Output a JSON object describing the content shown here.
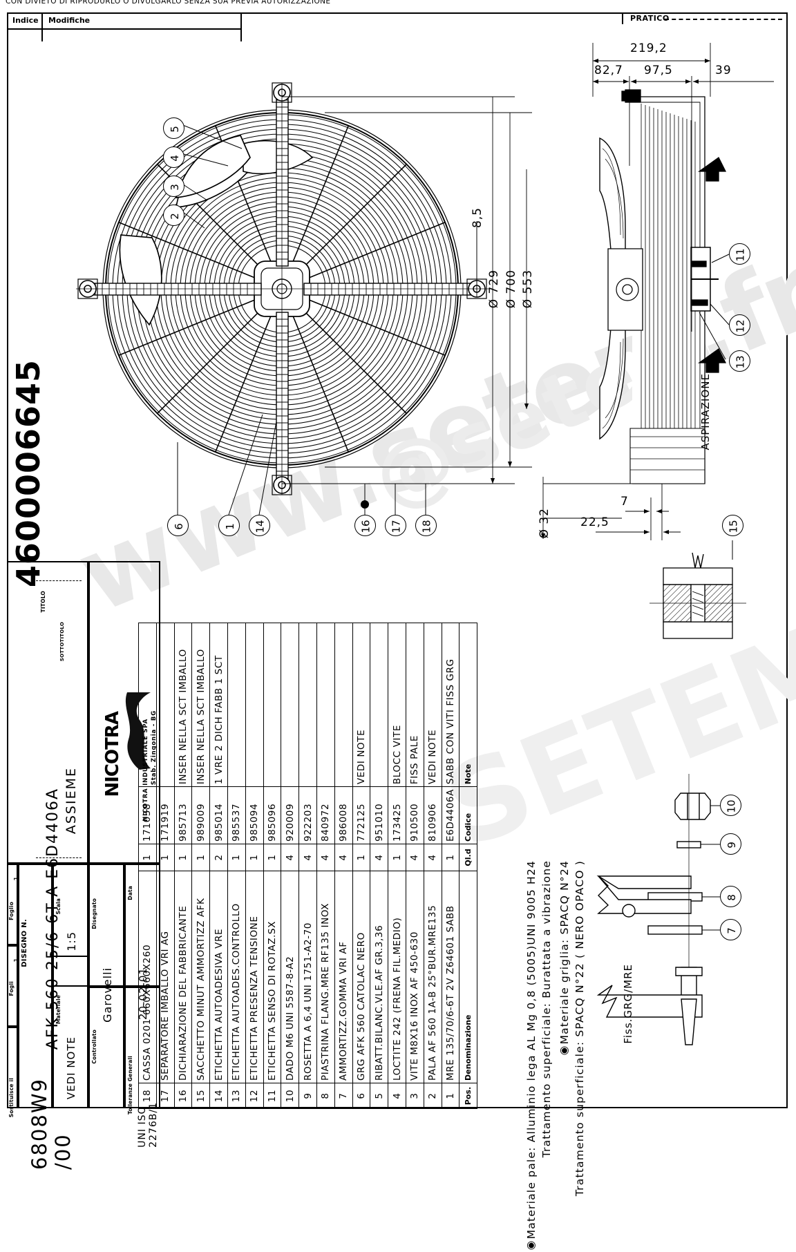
{
  "header": {
    "legal_text": "CON DIVIETO DI RIPRODURLO O DIVULGARLO SENZA SUA PREVIA AUTORIZZAZIONE",
    "pratico_label": "PRATICO"
  },
  "revision_table": {
    "col_index": "Indice",
    "col_modifiche": "Modifiche"
  },
  "doc_number": "4600006645",
  "watermark": {
    "line1": "www.setem.fr",
    "line2": "@setem",
    "line3": "SETEM"
  },
  "drawing": {
    "view_front_balloons": [
      "5",
      "4",
      "3",
      "2",
      "6",
      "1",
      "14",
      "16",
      "17",
      "18"
    ],
    "view_side_balloons": [
      "11",
      "12",
      "13",
      "15"
    ],
    "detail_balloons": [
      "10",
      "9",
      "8",
      "7"
    ],
    "aspirazione_label": "ASPIRAZIONE",
    "fiss_label": "Fiss.GRG/MRE",
    "dimensions": {
      "overall_depth": "219,2",
      "seg_a": "82,7",
      "seg_b": "97,5",
      "seg_c": "39",
      "blade_gap": "8,5",
      "dia_outer": "Ø 729",
      "dia_ring": "Ø 700",
      "dia_impeller": "Ø 553",
      "dia_hole": "Ø 32",
      "thk_7": "7",
      "thk_225": "22,5"
    }
  },
  "notes": {
    "line1": "◉Materiale pale: Alluminio lega AL Mg 0,8 (5005)UNI 9005 H24",
    "line2": "Trattamento superficiale: Burattata a vibrazione",
    "line3": "◉Materiale griglia: SPACQ N°24",
    "line4": "Trattamento superficiale: SPACQ  N°22 ( NERO OPACO )"
  },
  "parts_table": {
    "headers": {
      "pos": "Pos.",
      "denominazione": "Denominazione",
      "qta": "Ql.d",
      "codice": "Codice",
      "note": "Note"
    },
    "rows": [
      {
        "pos": "1",
        "den": "MRE 135/70/6-6T 2V Z64601 SABB",
        "qta": "1",
        "cod": "E6D4406A",
        "note": "SABB CON VITI FISS GRG"
      },
      {
        "pos": "2",
        "den": "PALA AF 560 1A-B 25°BUR.MRE135",
        "qta": "4",
        "cod": "810906",
        "note": "VEDI NOTE"
      },
      {
        "pos": "3",
        "den": "VITE M8X16 INOX AF 450-630",
        "qta": "4",
        "cod": "910500",
        "note": "FISS PALE"
      },
      {
        "pos": "4",
        "den": "LOCTITE 242 (FRENA FIL.MEDIO)",
        "qta": "1",
        "cod": "173425",
        "note": "BLOCC VITE"
      },
      {
        "pos": "5",
        "den": "RIBATT.BILANC.VLE.AF GR.3,36",
        "qta": "4",
        "cod": "951010",
        "note": ""
      },
      {
        "pos": "6",
        "den": "GRG AFK 560 CATOLAC NERO",
        "qta": "1",
        "cod": "772125",
        "note": "VEDI NOTE"
      },
      {
        "pos": "7",
        "den": "AMMORTIZZ.GOMMA VRI AF",
        "qta": "4",
        "cod": "986008",
        "note": ""
      },
      {
        "pos": "8",
        "den": "PIASTRINA FLANG.MRE RF135 INOX",
        "qta": "4",
        "cod": "840972",
        "note": ""
      },
      {
        "pos": "9",
        "den": "ROSETTA A 6,4 UNI 1751-A2-70",
        "qta": "4",
        "cod": "922203",
        "note": ""
      },
      {
        "pos": "10",
        "den": "DADO M6 UNI 5587-8-A2",
        "qta": "4",
        "cod": "920009",
        "note": ""
      },
      {
        "pos": "11",
        "den": "ETICHETTA SENSO DI ROTAZ.SX",
        "qta": "1",
        "cod": "985096",
        "note": ""
      },
      {
        "pos": "12",
        "den": "ETICHETTA PRESENZA TENSIONE",
        "qta": "1",
        "cod": "985094",
        "note": ""
      },
      {
        "pos": "13",
        "den": "ETICHETTA AUTOADES.CONTROLLO",
        "qta": "1",
        "cod": "985537",
        "note": ""
      },
      {
        "pos": "14",
        "den": "ETICHETTA AUTOADESIVA VRE",
        "qta": "2",
        "cod": "985014",
        "note": "1 VRE 2 DICH FABB 1 SCT"
      },
      {
        "pos": "15",
        "den": "SACCHETTO MINUT AMMORTIZZ AFK",
        "qta": "1",
        "cod": "989009",
        "note": "INSER NELLA SCT IMBALLO"
      },
      {
        "pos": "16",
        "den": "DICHIARAZIONE DEL FABBRICANTE",
        "qta": "1",
        "cod": "985713",
        "note": "INSER NELLA SCT IMBALLO"
      },
      {
        "pos": "17",
        "den": "SEPARATORE IMBALLO VRI AG",
        "qta": "1",
        "cod": "171919",
        "note": ""
      },
      {
        "pos": "18",
        "den": "CASSA 0201 660X660X260",
        "qta": "1",
        "cod": "171038",
        "note": ""
      }
    ]
  },
  "title_block": {
    "company_logo": "NICOTRA",
    "company_name": "NICOTRA INDUSTRIALE SPA",
    "company_plant": "Stab. Zingonia - BG",
    "titolo_label": "TITOLO",
    "titolo_value": "AFK 560-25/6-6T-A   E6D4406A",
    "sottotitolo_label": "SOTTOTITOLO",
    "sottotitolo_value": "ASSIEME",
    "disegnato_label": "Disegnato",
    "disegnato_value": "Garovelli",
    "data_label": "Data",
    "data_value": "20-02-01",
    "controllato_label": "Controllato",
    "controllato_value": "",
    "scala_label": "Scala",
    "scala_value": "1:5",
    "materiale_label": "Materiale",
    "materiale_value": "VEDI NOTE",
    "tolleranze_label": "Tolleranze Generali",
    "tolleranze_value": "UNI ISO 2276B/1",
    "disegno_n_label": "DISEGNO N.",
    "disegno_n_value": "6808W9 /00",
    "foglio_label": "Foglio",
    "foglio_value": "1",
    "fogli_label": "Fogli",
    "fogli_value": "1",
    "sostituisce_label": "Sostituisce il",
    "sostituisce_value": ""
  }
}
